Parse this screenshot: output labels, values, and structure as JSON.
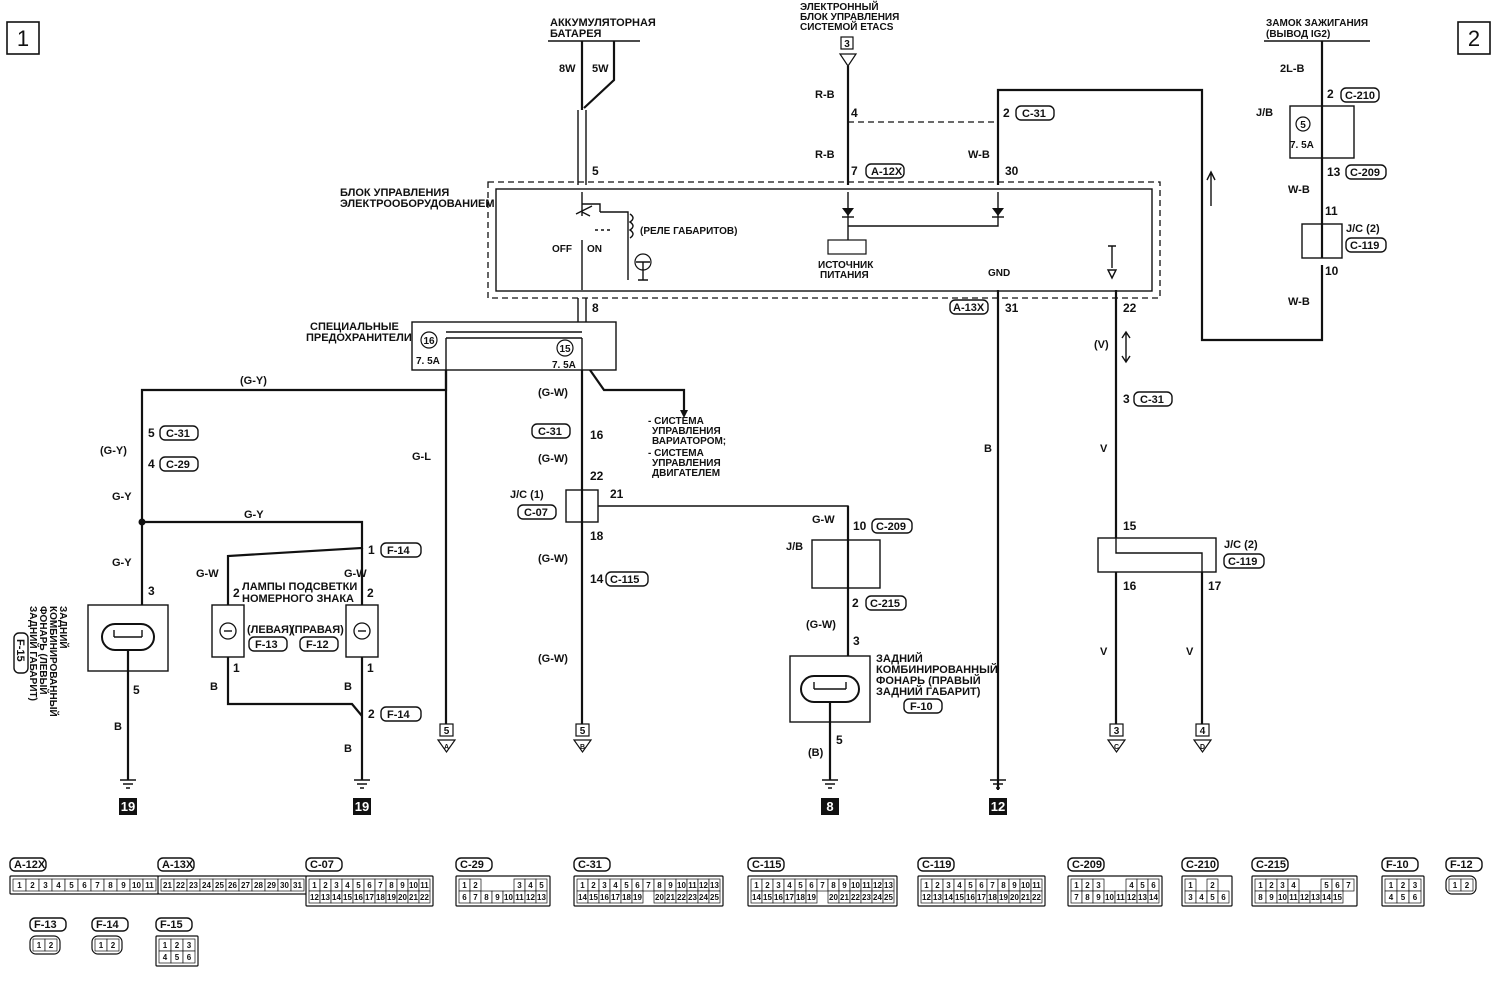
{
  "page_markers": {
    "left": "1",
    "right": "2"
  },
  "components": {
    "battery": "АККУМУЛЯТОРНАЯ БАТАРЕЯ",
    "etacs": [
      "ЭЛЕКТРОННЫЙ",
      "БЛОК УПРАВЛЕНИЯ",
      "СИСТЕМОЙ ETACS"
    ],
    "etacs_ref": "3",
    "ignition": [
      "ЗАМОК ЗАЖИГАНИЯ",
      "(ВЫВОД IG2)"
    ],
    "control_unit": [
      "БЛОК УПРАВЛЕНИЯ",
      "ЭЛЕКТРООБОРУДОВАНИЕМ"
    ],
    "relay": "(РЕЛЕ ГАБАРИТОВ)",
    "switch_off": "OFF",
    "switch_on": "ON",
    "power_source": [
      "ИСТОЧНИК",
      "ПИТАНИЯ"
    ],
    "gnd": "GND",
    "special_fuses": [
      "СПЕЦИАЛЬНЫЕ",
      "ПРЕДОХРАНИТЕЛИ"
    ],
    "fuse_16": "16",
    "fuse_15": "15",
    "fuse_5": "5",
    "fuse_rating": "7. 5A",
    "cvt_note": [
      "- СИСТЕМА",
      "УПРАВЛЕНИЯ",
      "ВАРИАТОРОМ;",
      "- СИСТЕМА",
      "УПРАВЛЕНИЯ",
      "ДВИГАТЕЛЕМ"
    ],
    "plate_lamps": [
      "ЛАМПЫ ПОДСВЕТКИ",
      "НОМЕРНОГО ЗНАКА"
    ],
    "left": "(ЛЕВАЯ)",
    "right": "(ПРАВАЯ)",
    "rear_left": [
      "ЗАДНИЙ",
      "КОМБИНИРОВАННЫЙ",
      "ФОНАРЬ (ЛЕВЫЙ",
      "ЗАДНИЙ ГАБАРИТ)"
    ],
    "rear_right": [
      "ЗАДНИЙ",
      "КОМБИНИРОВАННЫЙ",
      "ФОНАРЬ (ПРАВЫЙ",
      "ЗАДНИЙ ГАБАРИТ)"
    ],
    "jb": "J/B",
    "jc1": "J/C (1)",
    "jc2": "J/C (2)"
  },
  "wire_colors": {
    "w8": "8W",
    "w5": "5W",
    "rb": "R-B",
    "wb": "W-B",
    "lb": "2L-B",
    "gy": "G-Y",
    "gyp": "(G-Y)",
    "gl": "G-L",
    "gw": "G-W",
    "gwp": "(G-W)",
    "b": "B",
    "bp": "(B)",
    "v": "V",
    "vp": "(V)"
  },
  "connectors_inline": {
    "c31": "C-31",
    "c29": "C-29",
    "c07": "C-07",
    "c115": "C-115",
    "c209": "C-209",
    "c210": "C-210",
    "c119": "C-119",
    "c215": "C-215",
    "a12x": "A-12X",
    "a13x": "A-13X",
    "f14": "F-14",
    "f13": "F-13",
    "f12": "F-12",
    "f10": "F-10",
    "f15": "F-15"
  },
  "pins": {
    "p2": "2",
    "p3": "3",
    "p4": "4",
    "p5": "5",
    "p7": "7",
    "p8": "8",
    "p10": "10",
    "p11": "11",
    "p13": "13",
    "p14": "14",
    "p15": "15",
    "p16": "16",
    "p17": "17",
    "p18": "18",
    "p21": "21",
    "p22": "22",
    "p30": "30",
    "p31": "31",
    "p1": "1"
  },
  "grounds": [
    "19",
    "19",
    "8",
    "12"
  ],
  "offpage": [
    {
      "num": "5",
      "letter": "A"
    },
    {
      "num": "5",
      "letter": "B"
    },
    {
      "num": "3",
      "letter": "C"
    },
    {
      "num": "4",
      "letter": "D"
    }
  ],
  "legend": [
    {
      "name": "A-12X",
      "rows": [
        [
          "1",
          "2",
          "3",
          "4",
          "5",
          "6",
          "7",
          "8",
          "9",
          "10",
          "11"
        ]
      ]
    },
    {
      "name": "A-13X",
      "rows": [
        [
          "21",
          "22",
          "23",
          "24",
          "25",
          "26",
          "27",
          "28",
          "29",
          "30",
          "31"
        ]
      ]
    },
    {
      "name": "C-07",
      "rows": [
        [
          "1",
          "2",
          "3",
          "4",
          "5",
          "6",
          "7",
          "8",
          "9",
          "10",
          "11"
        ],
        [
          "12",
          "13",
          "14",
          "15",
          "16",
          "17",
          "18",
          "19",
          "20",
          "21",
          "22"
        ]
      ]
    },
    {
      "name": "C-29",
      "rows": [
        [
          "1",
          "2",
          "",
          "",
          "",
          "3",
          "4",
          "5"
        ],
        [
          "6",
          "7",
          "8",
          "9",
          "10",
          "11",
          "12",
          "13"
        ]
      ]
    },
    {
      "name": "C-31",
      "rows": [
        [
          "1",
          "2",
          "3",
          "4",
          "5",
          "6",
          "7",
          "8",
          "9",
          "10",
          "11",
          "12",
          "13"
        ],
        [
          "14",
          "15",
          "16",
          "17",
          "18",
          "19",
          "",
          "20",
          "21",
          "22",
          "23",
          "24",
          "25"
        ]
      ]
    },
    {
      "name": "C-115",
      "rows": [
        [
          "1",
          "2",
          "3",
          "4",
          "5",
          "6",
          "7",
          "8",
          "9",
          "10",
          "11",
          "12",
          "13"
        ],
        [
          "14",
          "15",
          "16",
          "17",
          "18",
          "19",
          "",
          "20",
          "21",
          "22",
          "23",
          "24",
          "25"
        ]
      ]
    },
    {
      "name": "C-119",
      "rows": [
        [
          "1",
          "2",
          "3",
          "4",
          "5",
          "6",
          "7",
          "8",
          "9",
          "10",
          "11"
        ],
        [
          "12",
          "13",
          "14",
          "15",
          "16",
          "17",
          "18",
          "19",
          "20",
          "21",
          "22"
        ]
      ]
    },
    {
      "name": "C-209",
      "rows": [
        [
          "1",
          "2",
          "3",
          "",
          "",
          "4",
          "5",
          "6"
        ],
        [
          "7",
          "8",
          "9",
          "10",
          "11",
          "12",
          "13",
          "14"
        ]
      ]
    },
    {
      "name": "C-210",
      "rows": [
        [
          "1",
          "",
          "2"
        ],
        [
          "3",
          "4",
          "5",
          "6"
        ]
      ]
    },
    {
      "name": "C-215",
      "rows": [
        [
          "1",
          "2",
          "3",
          "4",
          "",
          "",
          "5",
          "6",
          "7"
        ],
        [
          "8",
          "9",
          "10",
          "11",
          "12",
          "13",
          "14",
          "15"
        ]
      ]
    },
    {
      "name": "F-10",
      "rows": [
        [
          "1",
          "2",
          "3"
        ],
        [
          "4",
          "5",
          "6"
        ]
      ]
    },
    {
      "name": "F-12",
      "rows": [
        [
          "1",
          "2"
        ]
      ]
    },
    {
      "name": "F-13",
      "rows": [
        [
          "1",
          "2"
        ]
      ]
    },
    {
      "name": "F-14",
      "rows": [
        [
          "1",
          "2"
        ]
      ]
    },
    {
      "name": "F-15",
      "rows": [
        [
          "1",
          "2",
          "3"
        ],
        [
          "4",
          "5",
          "6"
        ]
      ]
    }
  ]
}
